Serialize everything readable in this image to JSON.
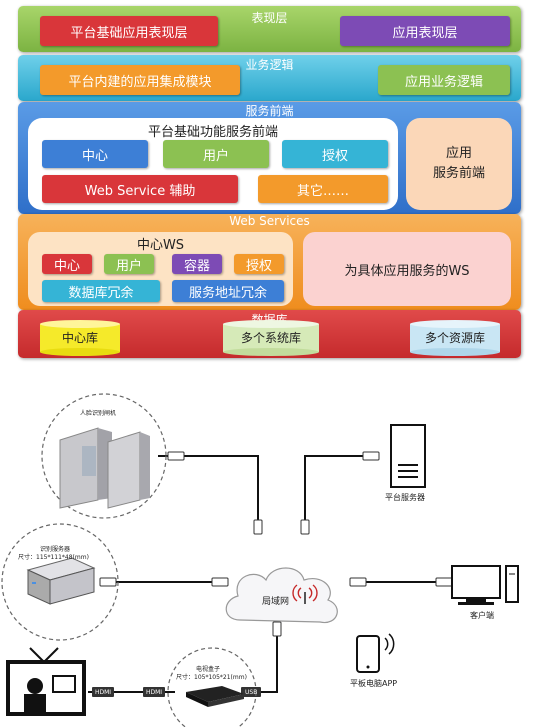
{
  "architecture": {
    "presentation_layer": {
      "title": "表现层",
      "platform_presentation": "平台基础应用表现层",
      "app_presentation": "应用表现层"
    },
    "business_layer": {
      "title": "业务逻辑",
      "platform_integration": "平台内建的应用集成模块",
      "app_business": "应用业务逻辑"
    },
    "service_frontend": {
      "title": "服务前端",
      "platform_frontend_title": "平台基础功能服务前端",
      "items": [
        "中心",
        "用户",
        "授权",
        "Web Service 辅助",
        "其它……"
      ],
      "app_frontend": [
        "应用",
        "服务前端"
      ]
    },
    "web_services": {
      "title": "Web Services",
      "center_ws_title": "中心WS",
      "items": [
        "中心",
        "用户",
        "容器",
        "授权"
      ],
      "redundancy": [
        "数据库冗余",
        "服务地址冗余"
      ],
      "app_ws": "为具体应用服务的WS"
    },
    "database": {
      "title": "数据库",
      "items": [
        "中心库",
        "多个系统库",
        "多个资源库"
      ]
    }
  },
  "network": {
    "face_gate_label": "人脸识别闸机",
    "server_label": "平台服务器",
    "recog_server_label": "识别服务器",
    "recog_server_size": "尺寸：115*111*48(mm)",
    "lan_label": "局域网",
    "client_label": "客户端",
    "stb_label": "电视盒子",
    "stb_size": "尺寸：105*105*21(mm)",
    "tablet_label": "平板电脑APP",
    "ports": [
      "HDMI",
      "HDMI",
      "USB"
    ]
  },
  "colors": {
    "green": "#8cc152",
    "cyan": "#35b4d6",
    "blue": "#3d7fd6",
    "orange": "#f39a2b",
    "red": "#d9363a",
    "purple": "#7d4bb5"
  }
}
